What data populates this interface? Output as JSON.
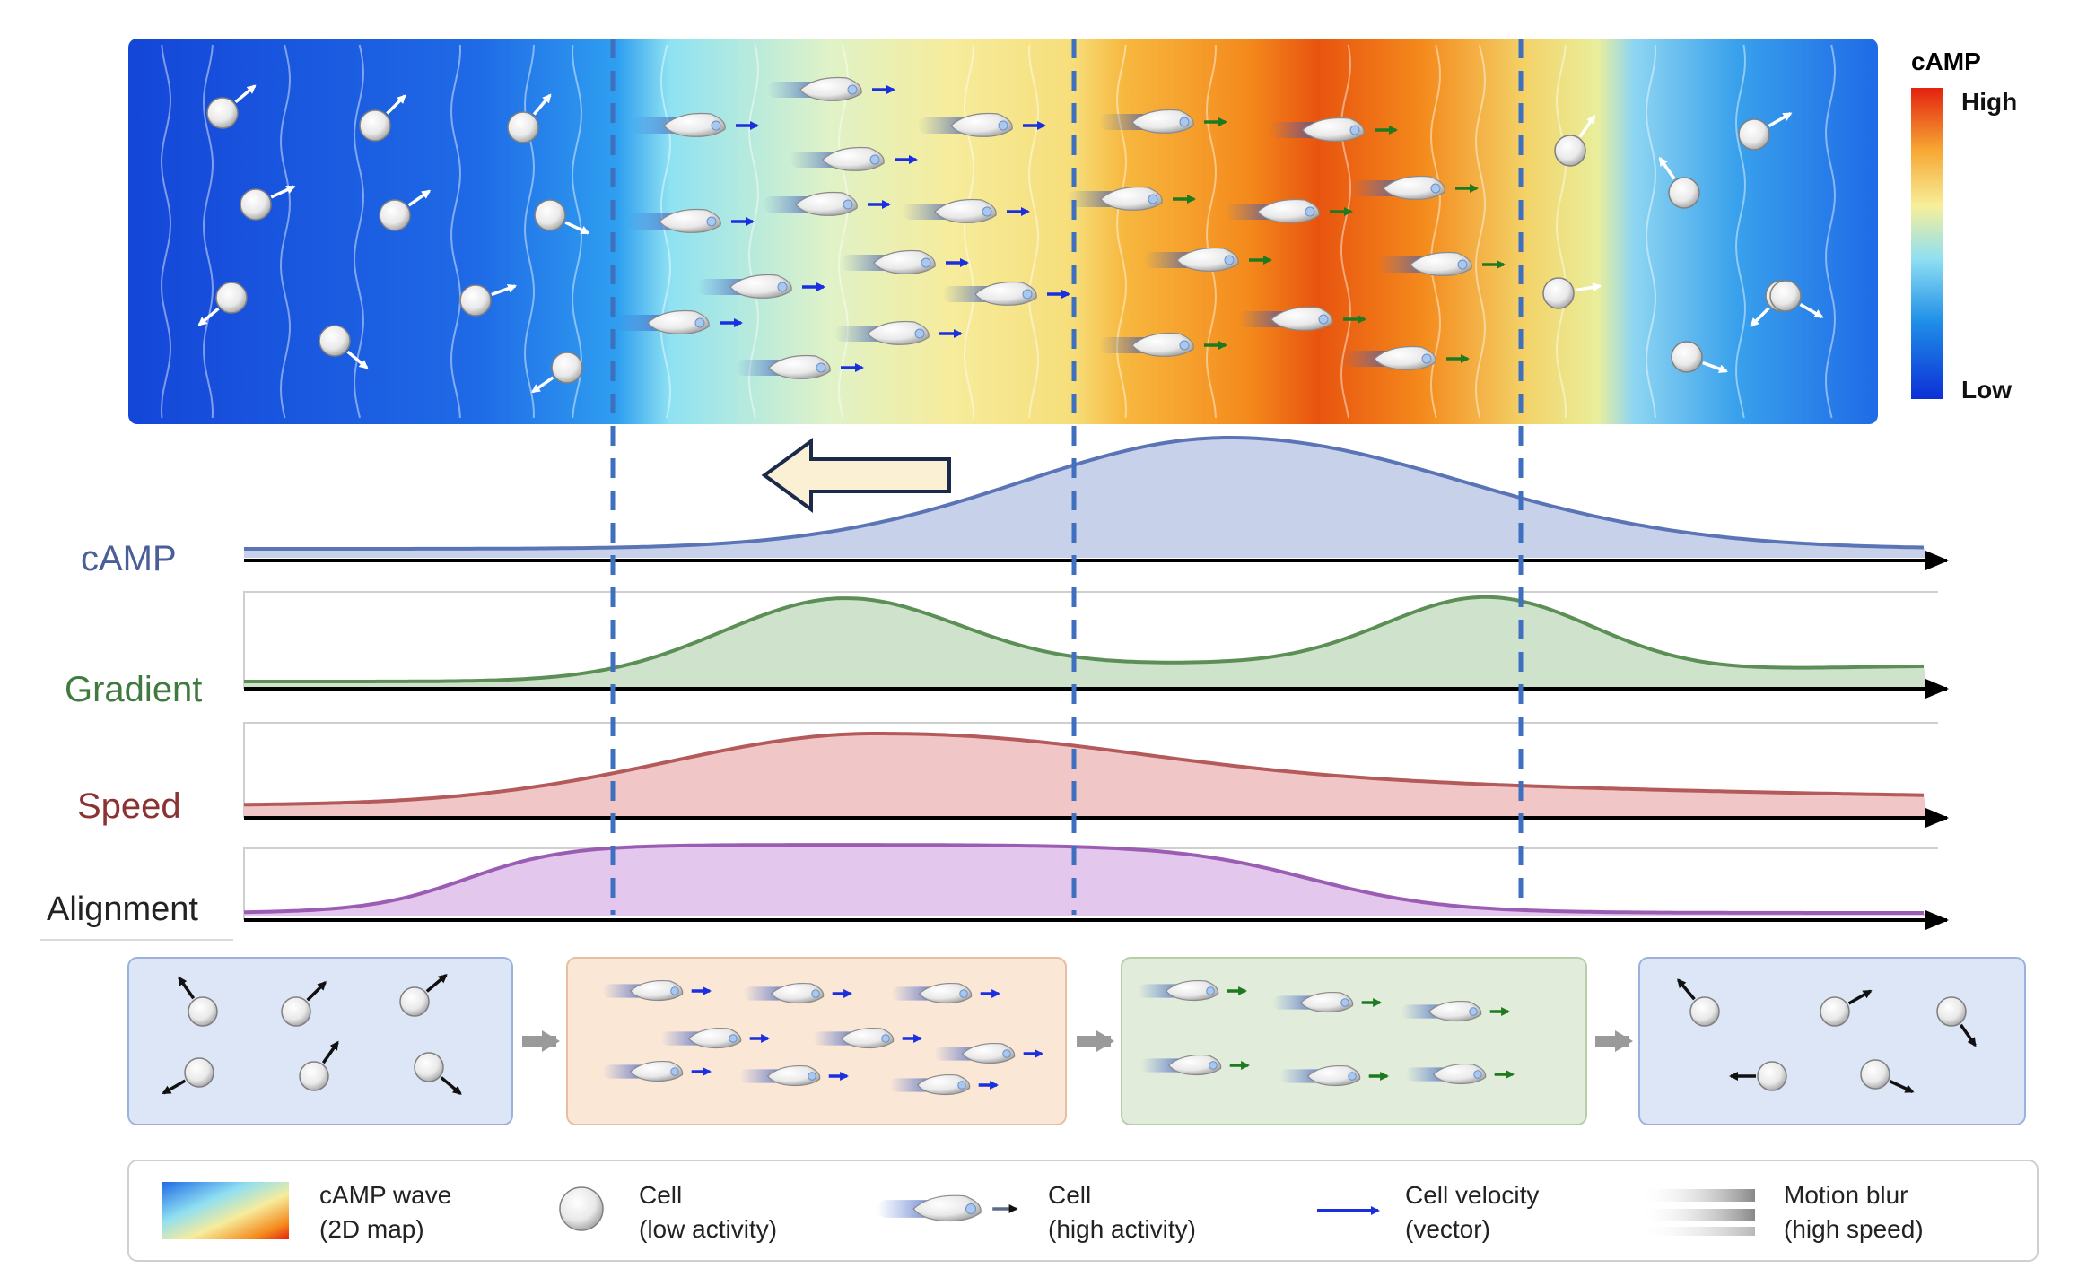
{
  "colorbar": {
    "title": "cAMP",
    "high_label": "High",
    "low_label": "Low",
    "stops": [
      "#0d2fd6",
      "#1f8fe8",
      "#8fdff2",
      "#f7ef9a",
      "#f7a733",
      "#e3220e"
    ]
  },
  "traces": [
    {
      "label": "cAMP",
      "color": "#4a5f99",
      "fill": "#c7d2ea",
      "stroke": "#5b74b5"
    },
    {
      "label": "Gradient",
      "color": "#3f7a3f",
      "fill": "#cfe2cc",
      "stroke": "#5c8f55"
    },
    {
      "label": "Speed",
      "color": "#8a3333",
      "fill": "#f1c6c6",
      "stroke": "#b55a5a"
    },
    {
      "label": "Alignment",
      "color": "#222222",
      "fill": "#e3c7ec",
      "stroke": "#9b5db3"
    }
  ],
  "wave_direction": "left",
  "colors": {
    "velocity_blue": "#1a2fe0",
    "velocity_green": "#1f7a1f",
    "velocity_white": "#ffffff",
    "dashed_line": "#3f6fbf",
    "panel_blue_bg": "#dde6f7",
    "panel_orange_bg": "#fbe7d6",
    "panel_green_bg": "#e1edda",
    "arrow_gray": "#9a9a9a"
  },
  "legend": {
    "items": [
      {
        "line1": "cAMP wave",
        "line2": "(2D map)"
      },
      {
        "line1": "Cell",
        "line2": "(low activity)"
      },
      {
        "line1": "Cell",
        "line2": "(high activity)"
      },
      {
        "line1": "Cell velocity",
        "line2": "(vector)"
      },
      {
        "line1": "Motion blur",
        "line2": "(high speed)"
      }
    ]
  }
}
